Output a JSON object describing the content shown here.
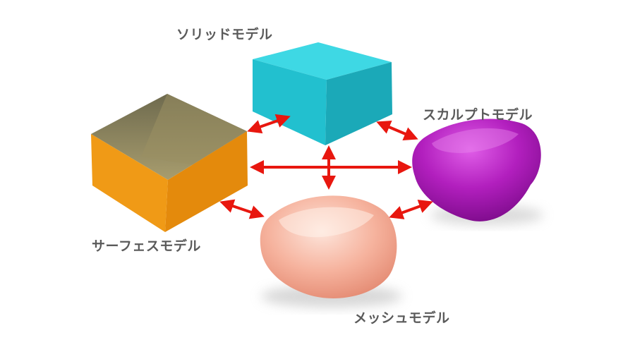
{
  "labels": {
    "solid": "ソリッドモデル",
    "sculpt": "スカルプトモデル",
    "surface": "サーフェスモデル",
    "mesh": "メッシュモデル"
  },
  "icons": {
    "solid": "cyan-solid-cube-icon",
    "surface": "orange-open-box-icon",
    "sculpt": "purple-rounded-cube-icon",
    "mesh": "peach-rounded-cube-icon"
  },
  "colors": {
    "solid": "#21c2d2",
    "surface": "#e8900e",
    "sculpt": "#a51ab0",
    "mesh": "#f2a890",
    "arrow": "#e8170f",
    "label": "#5a5a5a"
  },
  "connections": [
    [
      "solid",
      "surface"
    ],
    [
      "solid",
      "sculpt"
    ],
    [
      "solid",
      "mesh"
    ],
    [
      "surface",
      "sculpt"
    ],
    [
      "surface",
      "mesh"
    ],
    [
      "mesh",
      "sculpt"
    ]
  ]
}
